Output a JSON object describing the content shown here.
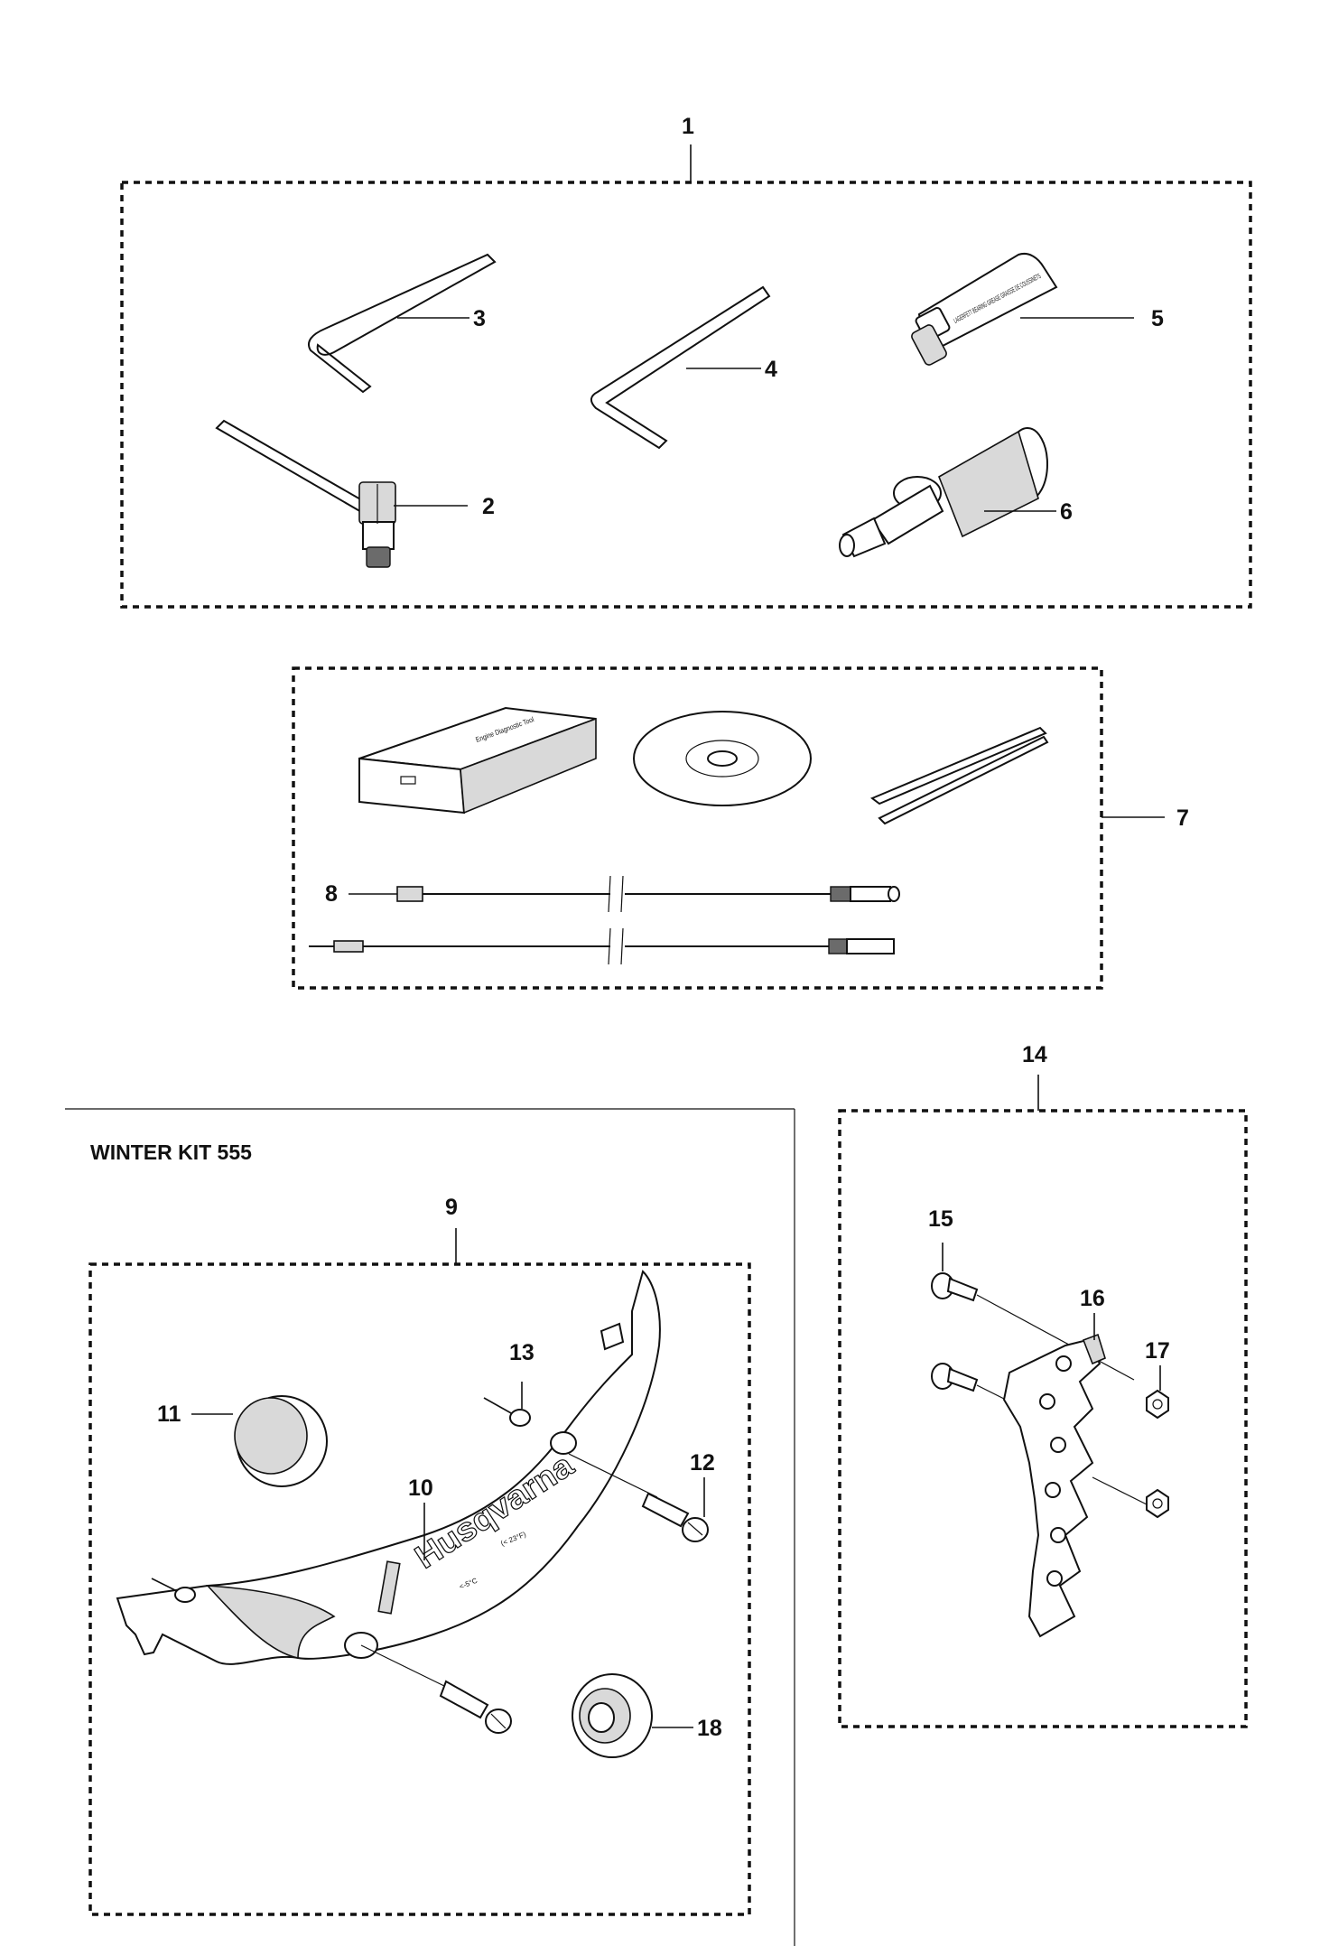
{
  "callouts": {
    "c1": "1",
    "c2": "2",
    "c3": "3",
    "c4": "4",
    "c5": "5",
    "c6": "6",
    "c7": "7",
    "c8": "8",
    "c9": "9",
    "c10": "10",
    "c11": "11",
    "c12": "12",
    "c13": "13",
    "c14": "14",
    "c15": "15",
    "c16": "16",
    "c17": "17",
    "c18": "18"
  },
  "section_title": "WINTER KIT 555",
  "printed_text": {
    "brand_logo": "Husqvarna",
    "cover_temp": "<-5°C",
    "cover_temp_f": "(< 23°F)",
    "grease_tube": "LAGERFETT BEARING GREASE GRAISSE DE COUSSINETS",
    "diag_box": "Engine Diagnostic Tool"
  }
}
